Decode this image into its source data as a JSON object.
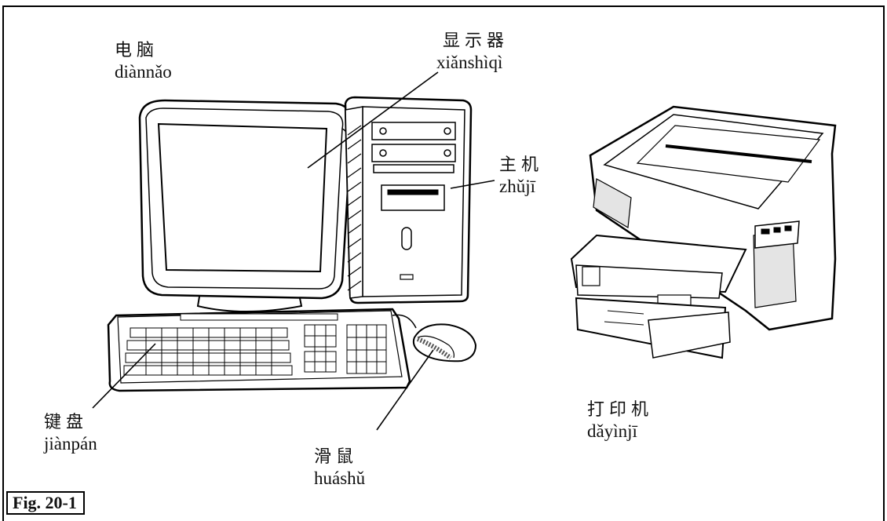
{
  "labels": {
    "computer": {
      "hanzi": "电脑",
      "pinyin": "diànnǎo"
    },
    "monitor": {
      "hanzi": "显示器",
      "pinyin": "xiǎnshìqì"
    },
    "host": {
      "hanzi": "主机",
      "pinyin": "zhǔjī"
    },
    "keyboard": {
      "hanzi": "键盘",
      "pinyin": "jiànpán"
    },
    "mouse": {
      "hanzi": "滑鼠",
      "pinyin": "huáshǔ"
    },
    "printer": {
      "hanzi": "打印机",
      "pinyin": "dǎyìnjī"
    }
  },
  "caption": "Fig. 20-1"
}
